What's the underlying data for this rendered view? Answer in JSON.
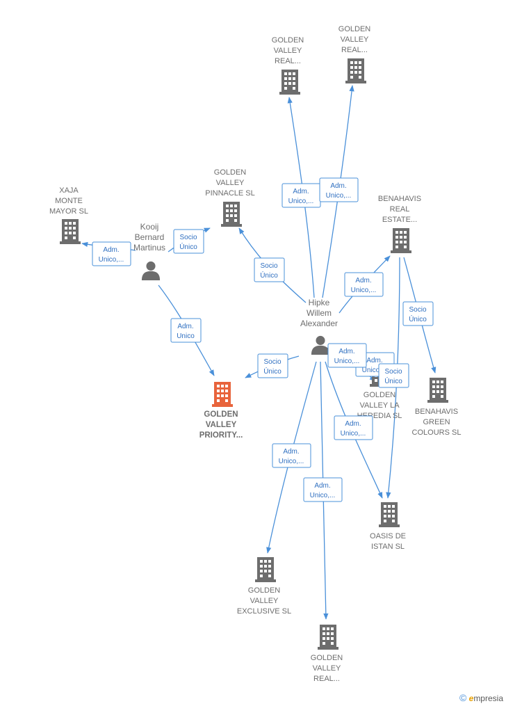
{
  "colors": {
    "edge": "#4a90d9",
    "building": "#6d6d6d",
    "focus_building": "#e8643c",
    "text": "#6d6d6d"
  },
  "nodes": {
    "golden_valley_real_1": [
      "GOLDEN",
      "VALLEY",
      "REAL..."
    ],
    "golden_valley_real_2": [
      "GOLDEN",
      "VALLEY",
      "REAL..."
    ],
    "golden_valley_pinnacle": [
      "GOLDEN",
      "VALLEY",
      "PINNACLE  SL"
    ],
    "xaja_monte_mayor": [
      "XAJA",
      "MONTE",
      "MAYOR  SL"
    ],
    "benahavis_real_estate": [
      "BENAHAVIS",
      "REAL",
      "ESTATE..."
    ],
    "golden_valley_priority": [
      "GOLDEN",
      "VALLEY",
      "PRIORITY..."
    ],
    "golden_valley_la_heredia": [
      "GOLDEN",
      "VALLEY LA",
      "HEREDIA  SL"
    ],
    "benahavis_green_colours": [
      "BENAHAVIS",
      "GREEN",
      "COLOURS  SL"
    ],
    "oasis_de_istan": [
      "OASIS DE",
      "ISTAN  SL"
    ],
    "golden_valley_exclusive": [
      "GOLDEN",
      "VALLEY",
      "EXCLUSIVE  SL"
    ],
    "golden_valley_real_3": [
      "GOLDEN",
      "VALLEY",
      "REAL..."
    ]
  },
  "persons": {
    "kooij": [
      "Kooij",
      "Bernard",
      "Martinus"
    ],
    "hipke": [
      "Hipke",
      "Willem",
      "Alexander"
    ]
  },
  "edge_labels": {
    "hipke_gvr1": [
      "Adm.",
      "Unico,..."
    ],
    "hipke_gvr2": [
      "Adm.",
      "Unico,..."
    ],
    "kooij_pinnacle": [
      "Socio",
      "Único"
    ],
    "kooij_xaja": [
      "Adm.",
      "Unico,..."
    ],
    "hipke_pinnacle": [
      "Socio",
      "Único"
    ],
    "hipke_benahavis_re": [
      "Adm.",
      "Unico,..."
    ],
    "benahavis_re_green": [
      "Socio",
      "Único"
    ],
    "kooij_priority": [
      "Adm.",
      "Unico"
    ],
    "hipke_priority": [
      "Socio",
      "Único"
    ],
    "hipke_heredia": [
      "Adm.",
      "Unico,..."
    ],
    "heredia_extra": [
      "Adm.",
      "Unico,..."
    ],
    "benahavis_re_oasis": [
      "Socio",
      "Único"
    ],
    "hipke_oasis": [
      "Adm.",
      "Unico,..."
    ],
    "hipke_exclusive": [
      "Adm.",
      "Unico,..."
    ],
    "hipke_gvr3": [
      "Adm.",
      "Unico,..."
    ]
  },
  "brand": {
    "copyright": "©",
    "e": "e",
    "name": "mpresia"
  }
}
